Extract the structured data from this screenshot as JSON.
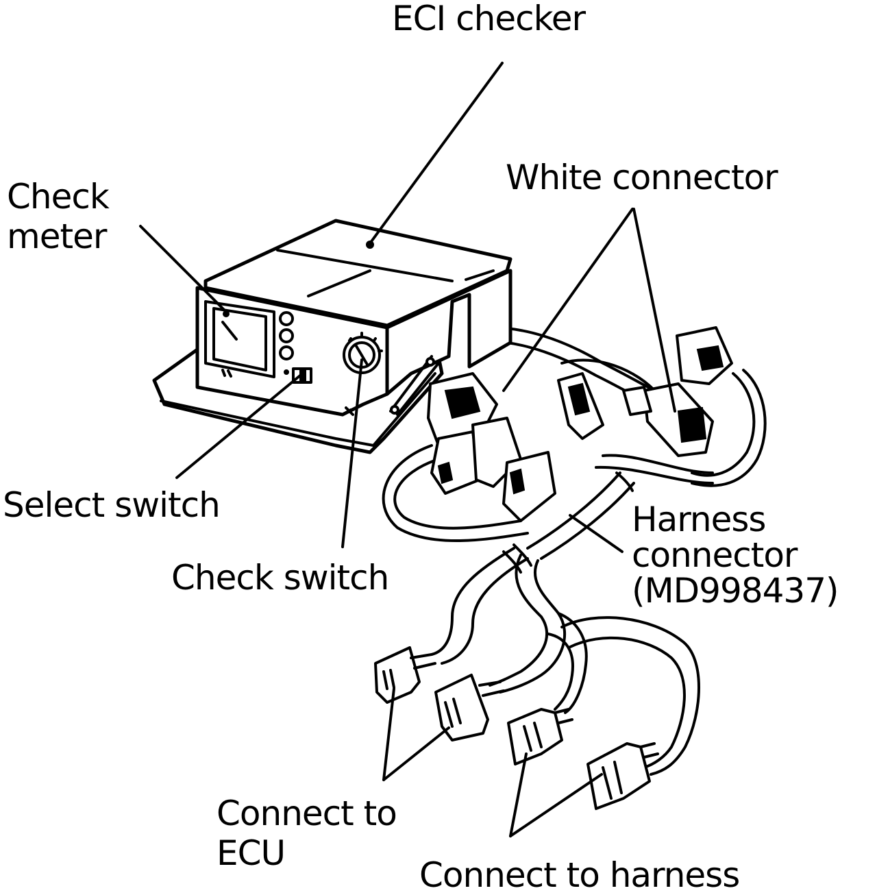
{
  "labels": {
    "eci_checker": "ECI checker",
    "white_connector": "White connector",
    "check_meter_line1": "Check",
    "check_meter_line2": "meter",
    "select_switch": "Select switch",
    "check_switch": "Check switch",
    "harness_connector_line1": "Harness",
    "harness_connector_line2": "connector",
    "harness_connector_line3": "(MD998437)",
    "connect_ecu_line1": "Connect to",
    "connect_ecu_line2": "ECU",
    "connect_harness": "Connect to harness"
  },
  "colors": {
    "ink": "#000000",
    "paper": "#ffffff"
  }
}
